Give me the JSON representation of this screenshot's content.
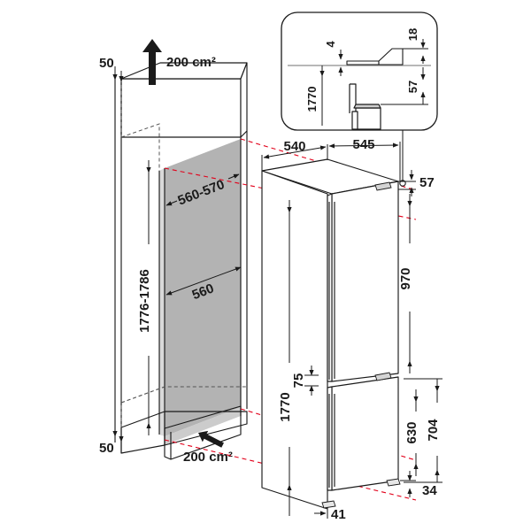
{
  "diagram": {
    "title": "Built-in fridge-freezer installation dimensions",
    "units": "mm",
    "colors": {
      "line": "#1a1a1a",
      "projection": "#e2001a",
      "cavity_fill": "#b3b3b3",
      "cavity_fill_light": "#d9d9d9",
      "background": "#ffffff"
    }
  },
  "cabinet": {
    "label": "niche-cabinet",
    "airflow_top": {
      "value": "200 cm²",
      "direction": "up",
      "icon": "up-arrow-icon"
    },
    "airflow_bottom": {
      "value": "200 cm²",
      "direction": "in-left",
      "icon": "left-arrow-icon"
    },
    "gap_top": "50",
    "gap_bottom": "50",
    "niche_height": "1776-1786",
    "niche_depth": "560-570",
    "niche_width": "560"
  },
  "appliance": {
    "label": "fridge-freezer",
    "top_depth": "540",
    "top_width": "545",
    "hinge_offset": "57",
    "fridge_door_height": "970",
    "gap_between_doors": "75",
    "freezer_section_height": "704",
    "freezer_door_height": "630",
    "plinth_height": "34",
    "total_height": "1770",
    "foot_offset": "41"
  },
  "inset": {
    "label": "door-hinge-detail",
    "door_panel_thickness": "4",
    "panel_overlap": "18",
    "bracket_drop": "57",
    "panel_height": "1770"
  }
}
